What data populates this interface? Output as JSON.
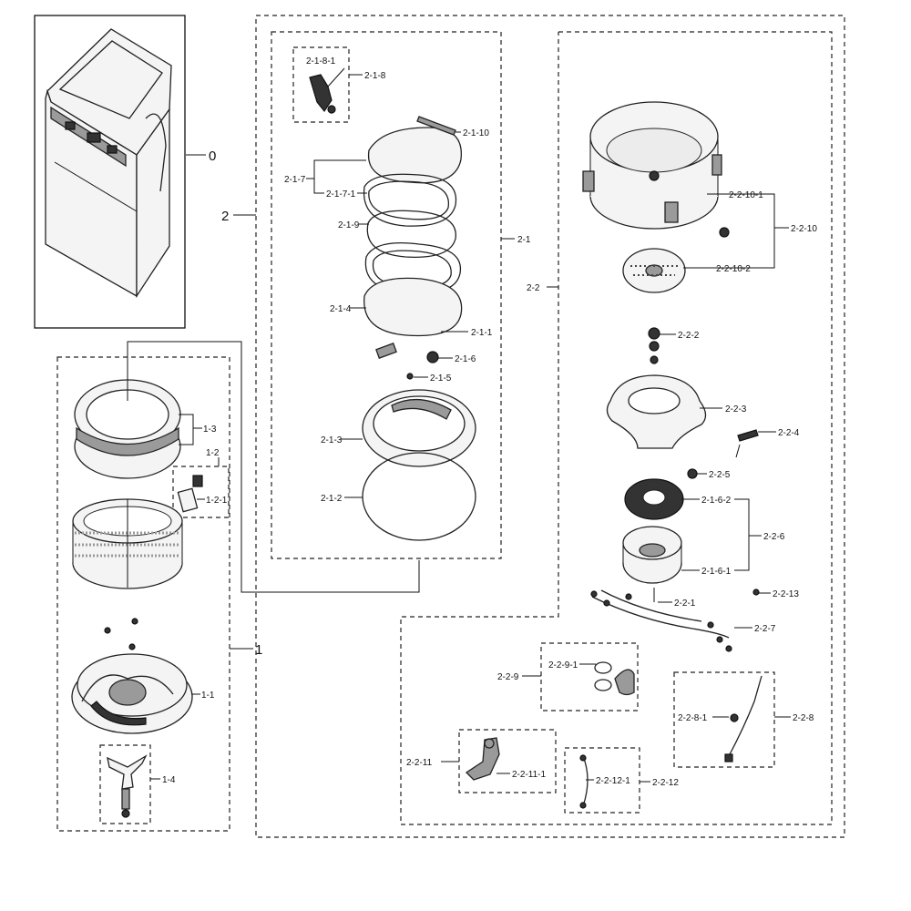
{
  "callouts": {
    "c0": "0",
    "c1": "1",
    "c1_1": "1-1",
    "c1_2": "1-2",
    "c1_2_1": "1-2-1",
    "c1_3": "1-3",
    "c1_4": "1-4",
    "c2": "2",
    "c2_1": "2-1",
    "c2_1_1": "2-1-1",
    "c2_1_2": "2-1-2",
    "c2_1_3": "2-1-3",
    "c2_1_4": "2-1-4",
    "c2_1_5": "2-1-5",
    "c2_1_6": "2-1-6",
    "c2_1_7": "2-1-7",
    "c2_1_7_1": "2-1-7-1",
    "c2_1_8": "2-1-8",
    "c2_1_8_1": "2-1-8-1",
    "c2_1_9": "2-1-9",
    "c2_1_10": "2-1-10",
    "c2_2": "2-2",
    "c2_2_1": "2-2-1",
    "c2_2_2": "2-2-2",
    "c2_2_3": "2-2-3",
    "c2_2_4": "2-2-4",
    "c2_2_5": "2-2-5",
    "c2_2_6": "2-2-6",
    "c2_1_6_1": "2-1-6-1",
    "c2_1_6_2": "2-1-6-2",
    "c2_2_7": "2-2-7",
    "c2_2_8": "2-2-8",
    "c2_2_8_1": "2-2-8-1",
    "c2_2_9": "2-2-9",
    "c2_2_9_1": "2-2-9-1",
    "c2_2_10": "2-2-10",
    "c2_2_10_1": "2-2-10-1",
    "c2_2_10_2": "2-2-10-2",
    "c2_2_11": "2-2-11",
    "c2_2_11_1": "2-2-11-1",
    "c2_2_12": "2-2-12",
    "c2_2_12_1": "2-2-12-1",
    "c2_2_13": "2-2-13"
  }
}
